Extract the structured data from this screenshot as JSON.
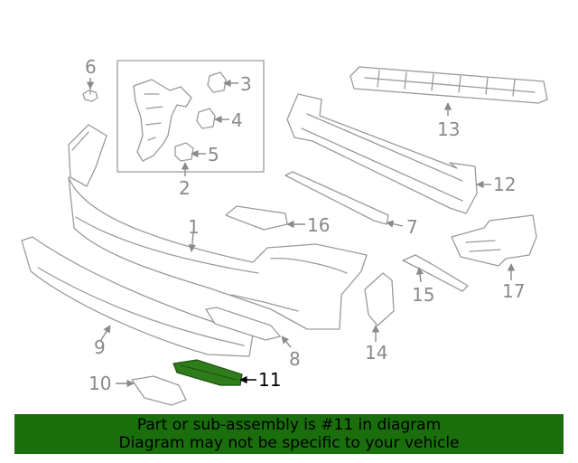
{
  "diagram": {
    "callouts": {
      "c1": "1",
      "c2": "2",
      "c3": "3",
      "c4": "4",
      "c5": "5",
      "c6": "6",
      "c7": "7",
      "c8": "8",
      "c9": "9",
      "c10": "10",
      "c11": "11",
      "c12": "12",
      "c13": "13",
      "c14": "14",
      "c15": "15",
      "c16": "16",
      "c17": "17"
    },
    "highlighted_part": "11",
    "colors": {
      "line_art": "#9a9a9a",
      "highlight_part": "#2e7d1a",
      "banner_bg": "#1a6e0c",
      "banner_text": "#000000"
    }
  },
  "banner": {
    "line1": "Part or sub-assembly is #11 in diagram",
    "line2": "Diagram may not be specific to your vehicle"
  }
}
